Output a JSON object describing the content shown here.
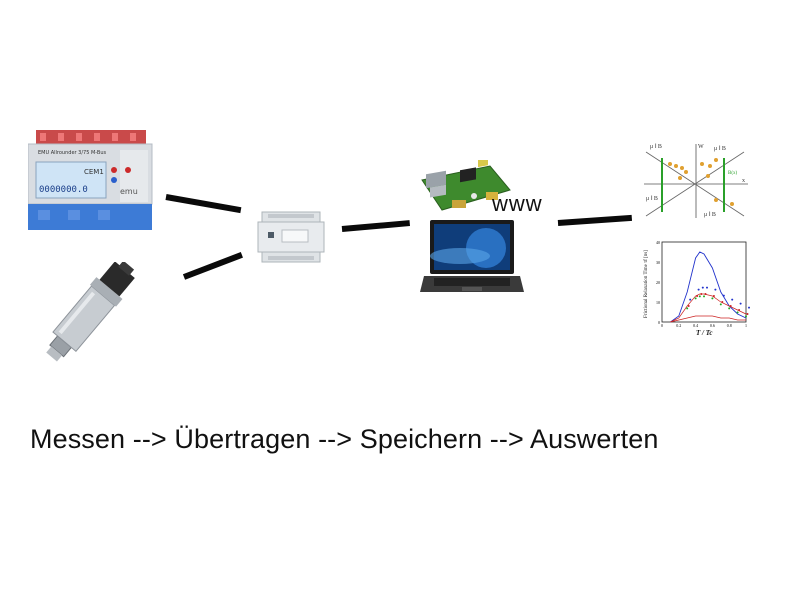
{
  "caption": "Messen --> Übertragen --> Speichern --> Auswerten",
  "network_label": "www",
  "energy_meter": {
    "brand": "emu",
    "model": "CEM1",
    "display": "0000000.0",
    "title": "EMU Allrounder 3/75 M-Bus"
  },
  "analysis": {
    "diagram": {
      "axis_w": "W",
      "axis_x": "x",
      "label_mu_up_left": "μ ‖ B",
      "label_mu_up_right": "μ ‖ B",
      "label_mu_down_left": "μ ‖ B",
      "label_mu_down_right": "μ ‖ B",
      "label_side": "B(x)"
    },
    "plot": {
      "ylabel": "Frictional Relaxation Time τf [ns]",
      "xlabel": "T / Tc",
      "yticks": [
        "0",
        "10",
        "20",
        "30",
        "40"
      ],
      "xticks": [
        "0",
        "0.2",
        "0.4",
        "0.6",
        "0.8",
        "1"
      ]
    }
  },
  "colors": {
    "line": "#0a0a0a",
    "meter_red": "#d13b3b",
    "meter_blue": "#2a6fd0",
    "plot_blue": "#2233cc",
    "plot_red": "#cc2222",
    "plot_green": "#22aa22"
  },
  "chart_data": {
    "type": "line",
    "x": [
      0.1,
      0.2,
      0.3,
      0.4,
      0.45,
      0.5,
      0.6,
      0.7,
      0.8,
      0.9,
      1.0
    ],
    "series": [
      {
        "values": [
          0,
          3,
          15,
          32,
          35,
          34,
          27,
          15,
          8,
          4,
          2
        ]
      },
      {
        "values": [
          0,
          2,
          8,
          13,
          14,
          14,
          13,
          10,
          8,
          6,
          4
        ]
      },
      {
        "values": [
          0,
          1,
          2,
          3,
          3,
          3,
          3,
          2,
          2,
          1,
          1
        ]
      }
    ],
    "xlim": [
      0,
      1
    ],
    "ylim": [
      0,
      40
    ]
  }
}
